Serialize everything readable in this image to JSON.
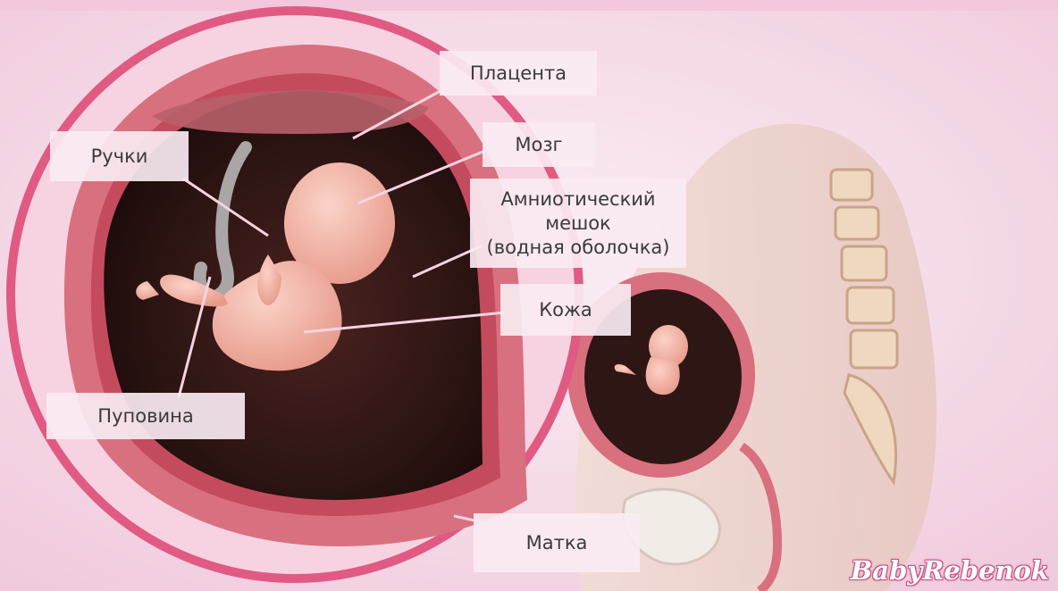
{
  "labels": {
    "placenta": "Плацента",
    "brain": "Мозг",
    "hands": "Ручки",
    "amniotic_line1": "Амниотический",
    "amniotic_line2": "мешок",
    "amniotic_line3": "(водная оболочка)",
    "skin": "Кожа",
    "umbilical_cord": "Пуповина",
    "uterus": "Матка"
  },
  "watermark": "BabyRebenok",
  "colors": {
    "background": "#f6dcea",
    "ring": "#e05a84",
    "uterus_wall": "#d9707f",
    "cavity": "#2e1614",
    "fetus": "#f2b3a4",
    "label_bg": "#faeaf2"
  }
}
